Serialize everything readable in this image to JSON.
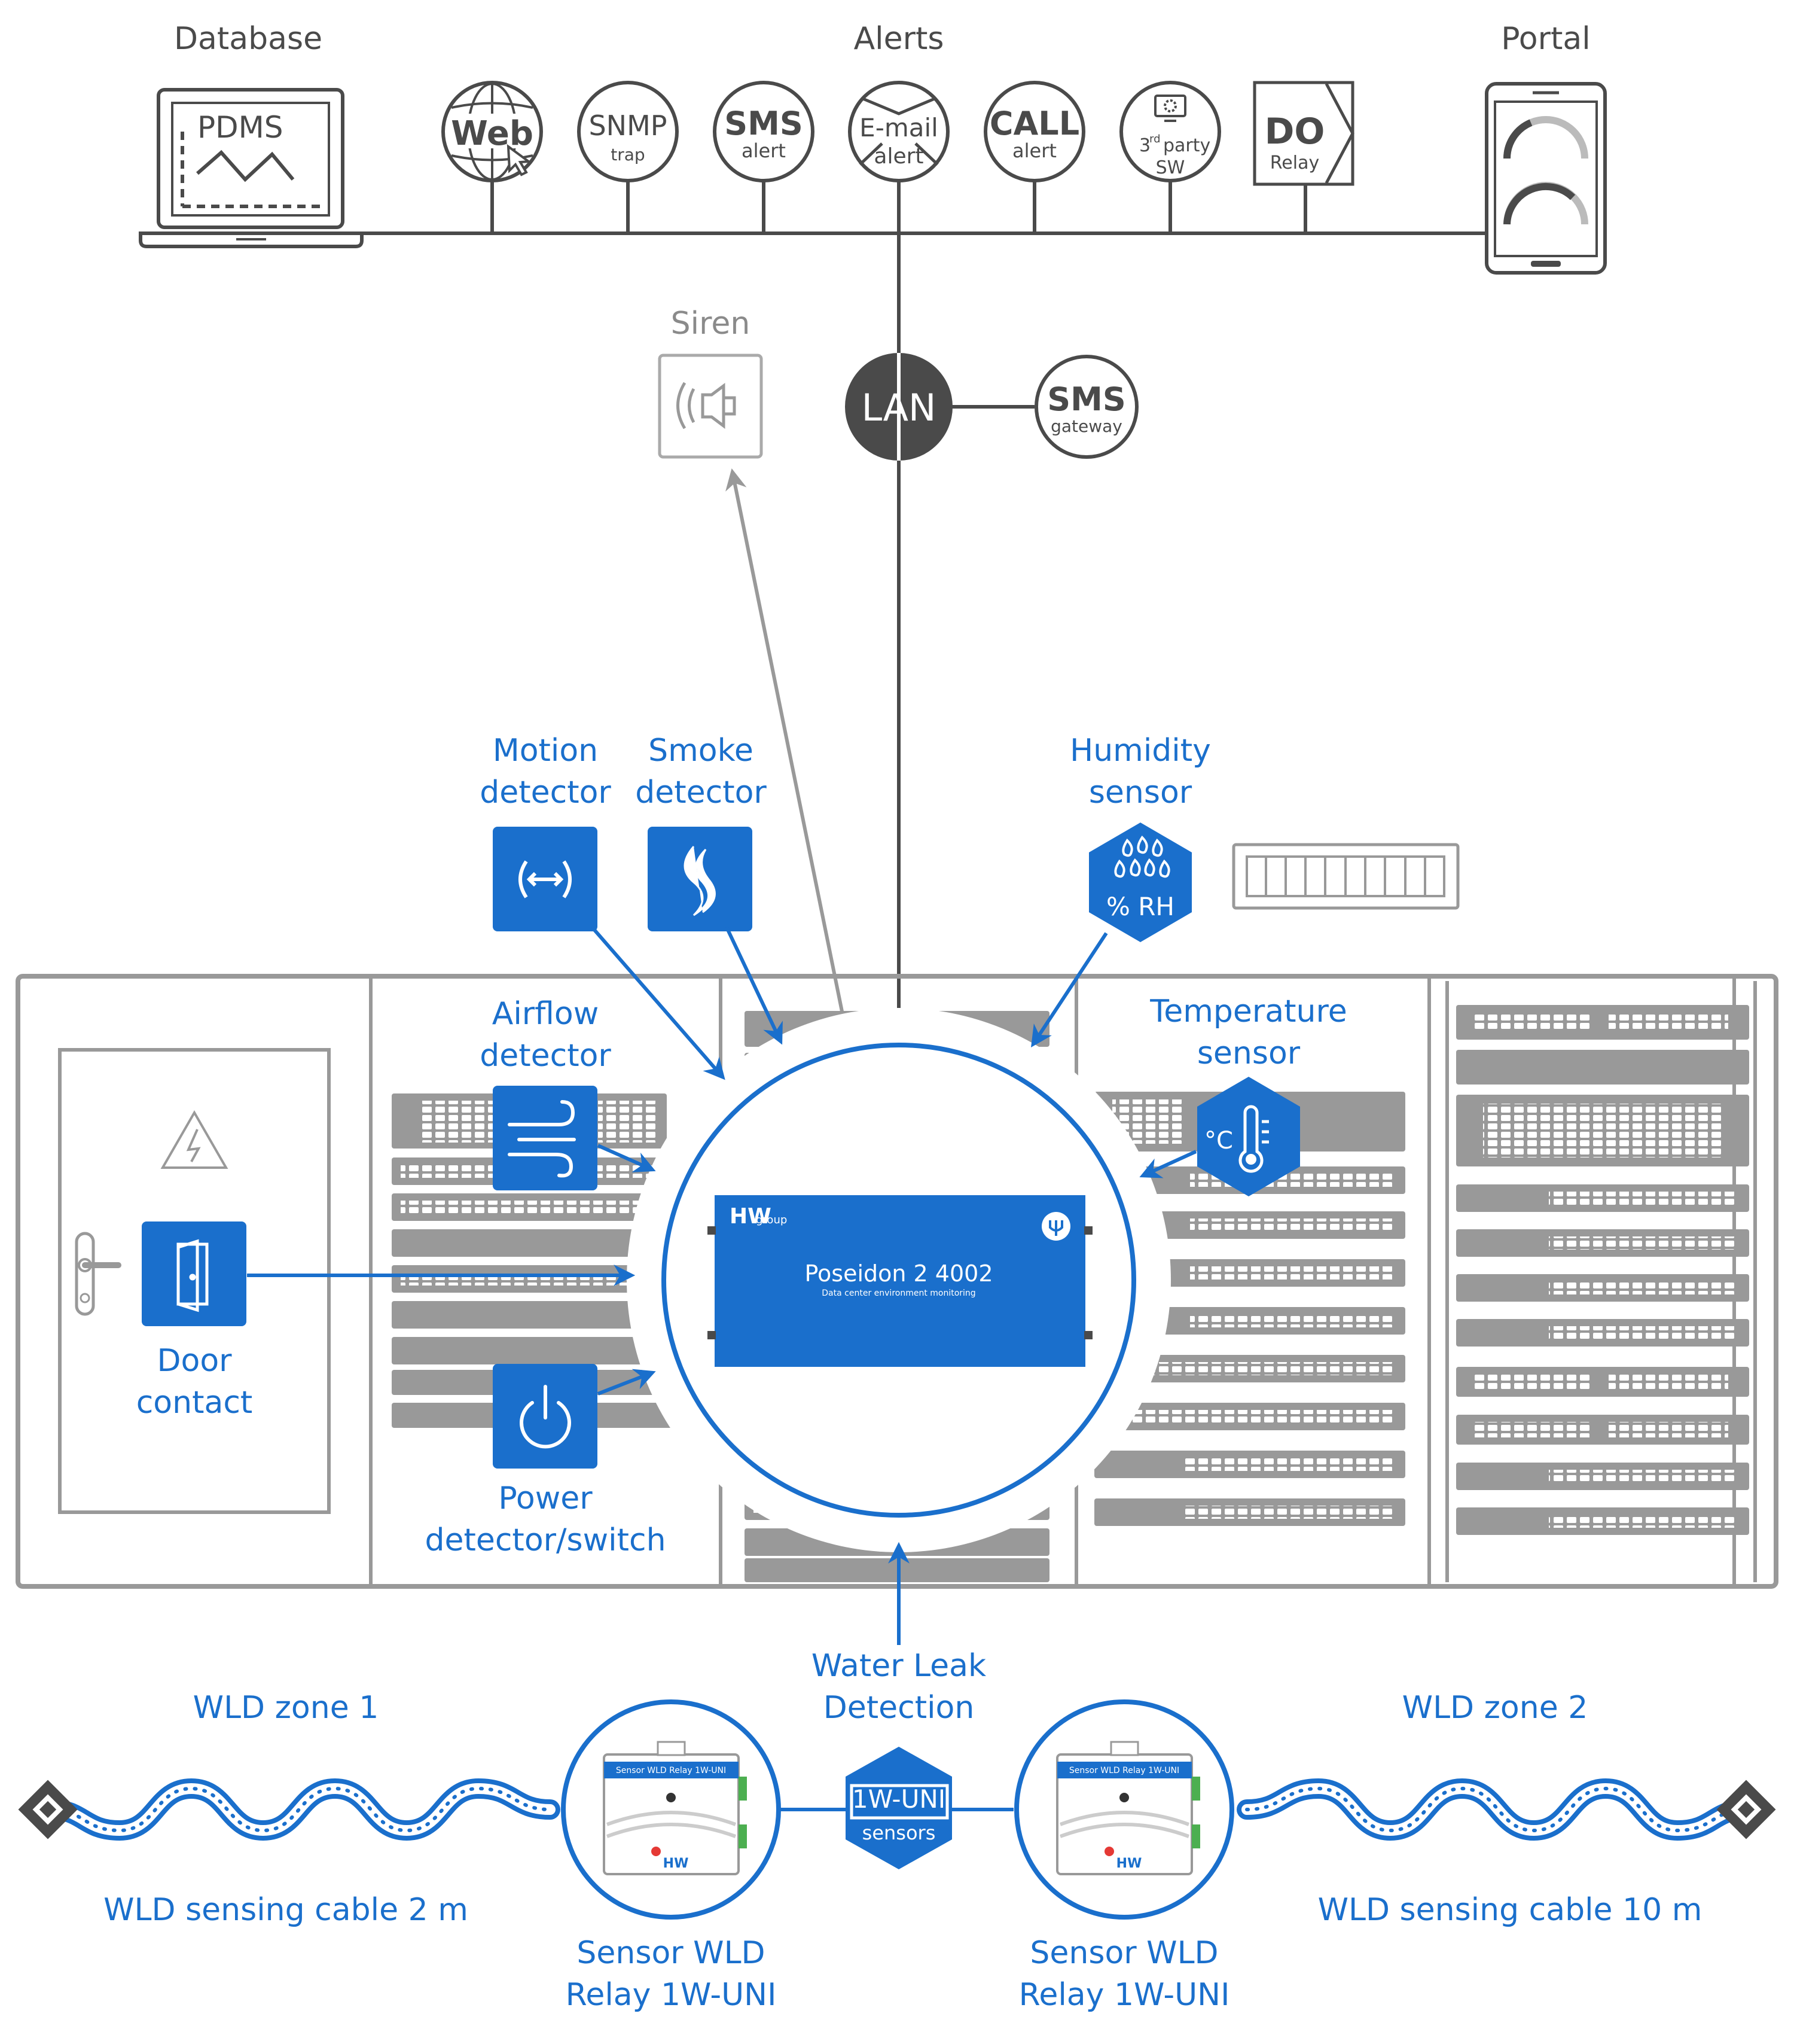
{
  "colors": {
    "blue": "#1a6fcc",
    "dark_gray": "#4a4a4a",
    "rack_gray": "#999999",
    "light_gray": "#b5b5b5",
    "lan_fill": "#4a4a4a"
  },
  "header": {
    "database_label": "Database",
    "alerts_label": "Alerts",
    "portal_label": "Portal"
  },
  "database": {
    "screen_text": "PDMS",
    "icon": "laptop-icon"
  },
  "alerts": {
    "web": {
      "line1": "Web",
      "icon": "globe-icon"
    },
    "snmp": {
      "line1": "SNMP",
      "line2": "trap"
    },
    "sms": {
      "line1": "SMS",
      "line2": "alert"
    },
    "email": {
      "line1": "E-mail",
      "line2": "alert",
      "icon": "envelope-icon"
    },
    "call": {
      "line1": "CALL",
      "line2": "alert"
    },
    "third_party": {
      "sup": "rd",
      "line1a": "3",
      "line1b": "party",
      "line2": "SW",
      "icon": "gear-icon"
    },
    "do_relay": {
      "line1": "DO",
      "line2": "Relay"
    }
  },
  "portal": {
    "icon": "tablet-gauges-icon"
  },
  "siren": {
    "label": "Siren",
    "icon": "siren-icon"
  },
  "lan": {
    "label": "LAN"
  },
  "sms_gateway": {
    "line1": "SMS",
    "line2": "gateway"
  },
  "sensors": {
    "motion": {
      "line1": "Motion",
      "line2": "detector",
      "icon": "motion-arrows-icon"
    },
    "smoke": {
      "line1": "Smoke",
      "line2": "detector",
      "icon": "smoke-icon"
    },
    "humidity": {
      "line1": "Humidity",
      "line2": "sensor",
      "badge": "% RH",
      "icon": "droplets-icon"
    },
    "airflow": {
      "line1": "Airflow",
      "line2": "detector",
      "icon": "wind-icon"
    },
    "temperature": {
      "line1": "Temperature",
      "line2": "sensor",
      "badge": "°C",
      "icon": "thermometer-icon"
    },
    "door": {
      "line1": "Door",
      "line2": "contact",
      "icon": "door-icon"
    },
    "power": {
      "line1": "Power",
      "line2": "detector/switch",
      "icon": "power-icon"
    }
  },
  "device": {
    "brand_main": "HW",
    "brand_sub": "group",
    "model": "Poseidon 2 4002",
    "subtitle": "Data center environment monitoring",
    "icon": "trident-icon"
  },
  "water_leak": {
    "line1": "Water Leak",
    "line2": "Detection",
    "hub_line1": "1W-UNI",
    "hub_line2": "sensors"
  },
  "wld": {
    "zone1": "WLD zone 1",
    "zone2": "WLD zone 2",
    "cable1": "WLD sensing cable 2 m",
    "cable2": "WLD sensing cable 10 m",
    "relay_left": {
      "line1": "Sensor WLD",
      "line2": "Relay 1W-UNI",
      "device_label": "Sensor WLD Relay 1W-UNI"
    },
    "relay_right": {
      "line1": "Sensor WLD",
      "line2": "Relay 1W-UNI",
      "device_label": "Sensor WLD Relay 1W-UNI"
    }
  },
  "warning": {
    "icon": "high-voltage-icon"
  },
  "door_handle": {
    "icon": "door-handle-icon"
  }
}
